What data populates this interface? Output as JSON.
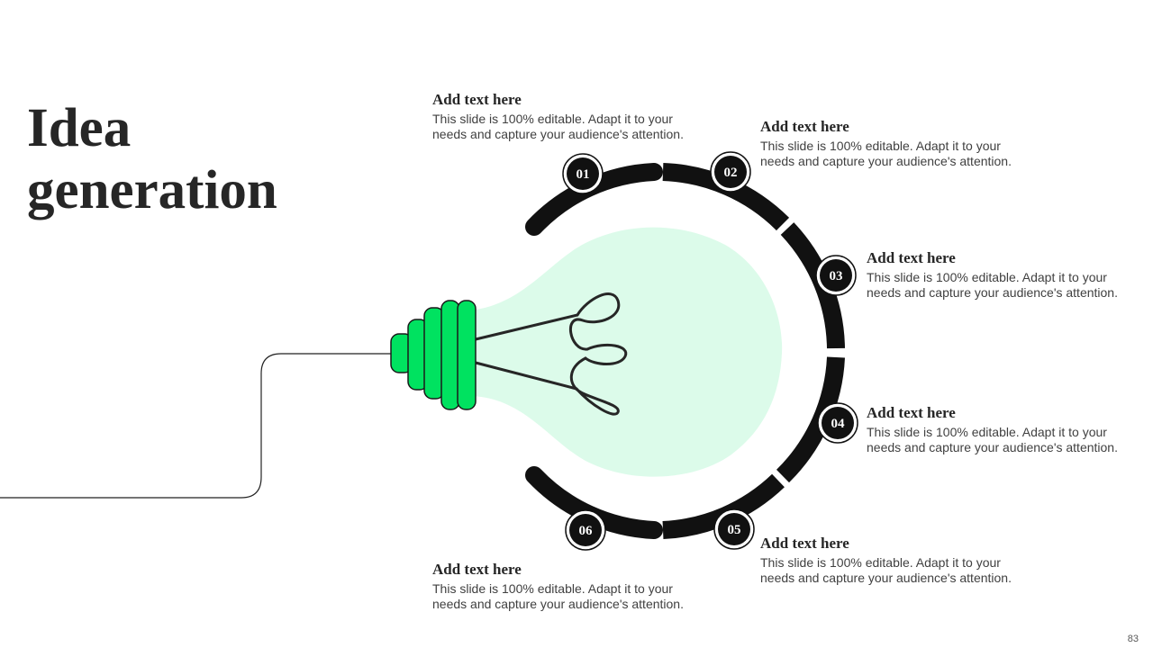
{
  "title": "Idea generation",
  "page_number": "83",
  "colors": {
    "arc": "#111111",
    "bulb_glow": "#dcfbea",
    "bulb_base": "#00e260",
    "text_dark": "#262626"
  },
  "items": [
    {
      "num": "01",
      "heading": "Add text here",
      "body": "This slide is 100% editable. Adapt it to your needs and capture your audience's attention."
    },
    {
      "num": "02",
      "heading": "Add text here",
      "body": "This slide is 100% editable. Adapt it to your needs and capture your audience's attention."
    },
    {
      "num": "03",
      "heading": "Add text here",
      "body": "This slide is 100% editable. Adapt it to your needs and capture your audience's attention."
    },
    {
      "num": "04",
      "heading": "Add text here",
      "body": "This slide is 100% editable. Adapt it to your needs and capture your audience's attention."
    },
    {
      "num": "05",
      "heading": "Add text here",
      "body": "This slide is 100% editable. Adapt it to your needs and capture your audience's attention."
    },
    {
      "num": "06",
      "heading": "Add text here",
      "body": "This slide is 100% editable. Adapt it to your needs and capture your audience's attention."
    }
  ]
}
